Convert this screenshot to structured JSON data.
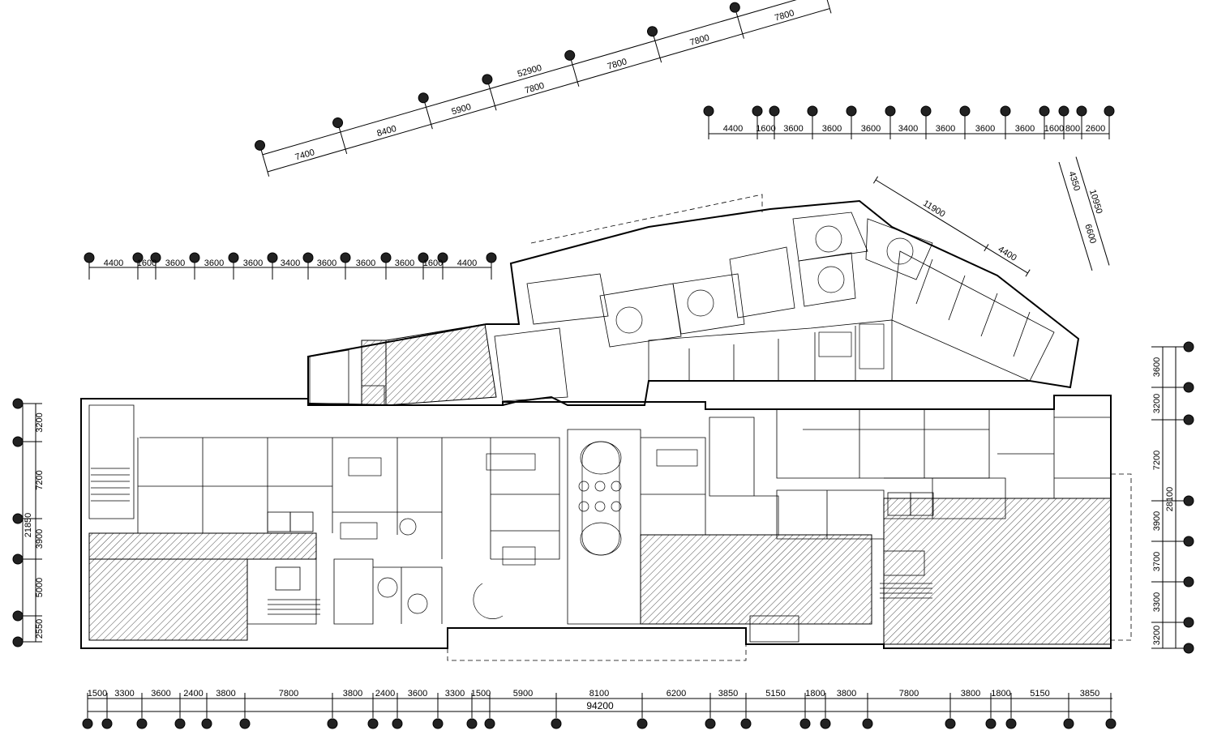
{
  "bottom_dims": {
    "segments": [
      "1500",
      "3300",
      "3600",
      "2400",
      "3800",
      "7800",
      "3800",
      "2400",
      "3600",
      "3300",
      "1500",
      "5900",
      "8100",
      "6200",
      "3850",
      "5150",
      "1800",
      "3800",
      "7800",
      "3800",
      "1800",
      "5150",
      "3850"
    ],
    "total": "94200"
  },
  "left_top_dims": {
    "segments": [
      "4400",
      "1600",
      "3600",
      "3600",
      "3600",
      "3400",
      "3600",
      "3600",
      "3600",
      "1600",
      "4400"
    ]
  },
  "right_top_dims": {
    "segments": [
      "4400",
      "1600",
      "3600",
      "3600",
      "3600",
      "3400",
      "3600",
      "3600",
      "3600",
      "1600",
      "800",
      "2600"
    ]
  },
  "diagonal_lower_dims": {
    "segments": [
      "7400",
      "8400",
      "5900",
      "7800",
      "7800",
      "7800",
      "7800"
    ],
    "overall": "52900"
  },
  "diagonal_east_dims": {
    "segments": [
      "11900",
      "4400"
    ]
  },
  "short_diag_dims": {
    "segments": [
      "4350",
      "6600"
    ],
    "overall": "10950"
  },
  "left_side_dims": {
    "segments": [
      "3200",
      "7200",
      "3900",
      "5000",
      "2550"
    ],
    "total": "21850"
  },
  "right_side_dims": {
    "segments": [
      "3600",
      "3200",
      "7200",
      "3900",
      "3700",
      "3300",
      "3200"
    ],
    "total": "28100"
  }
}
